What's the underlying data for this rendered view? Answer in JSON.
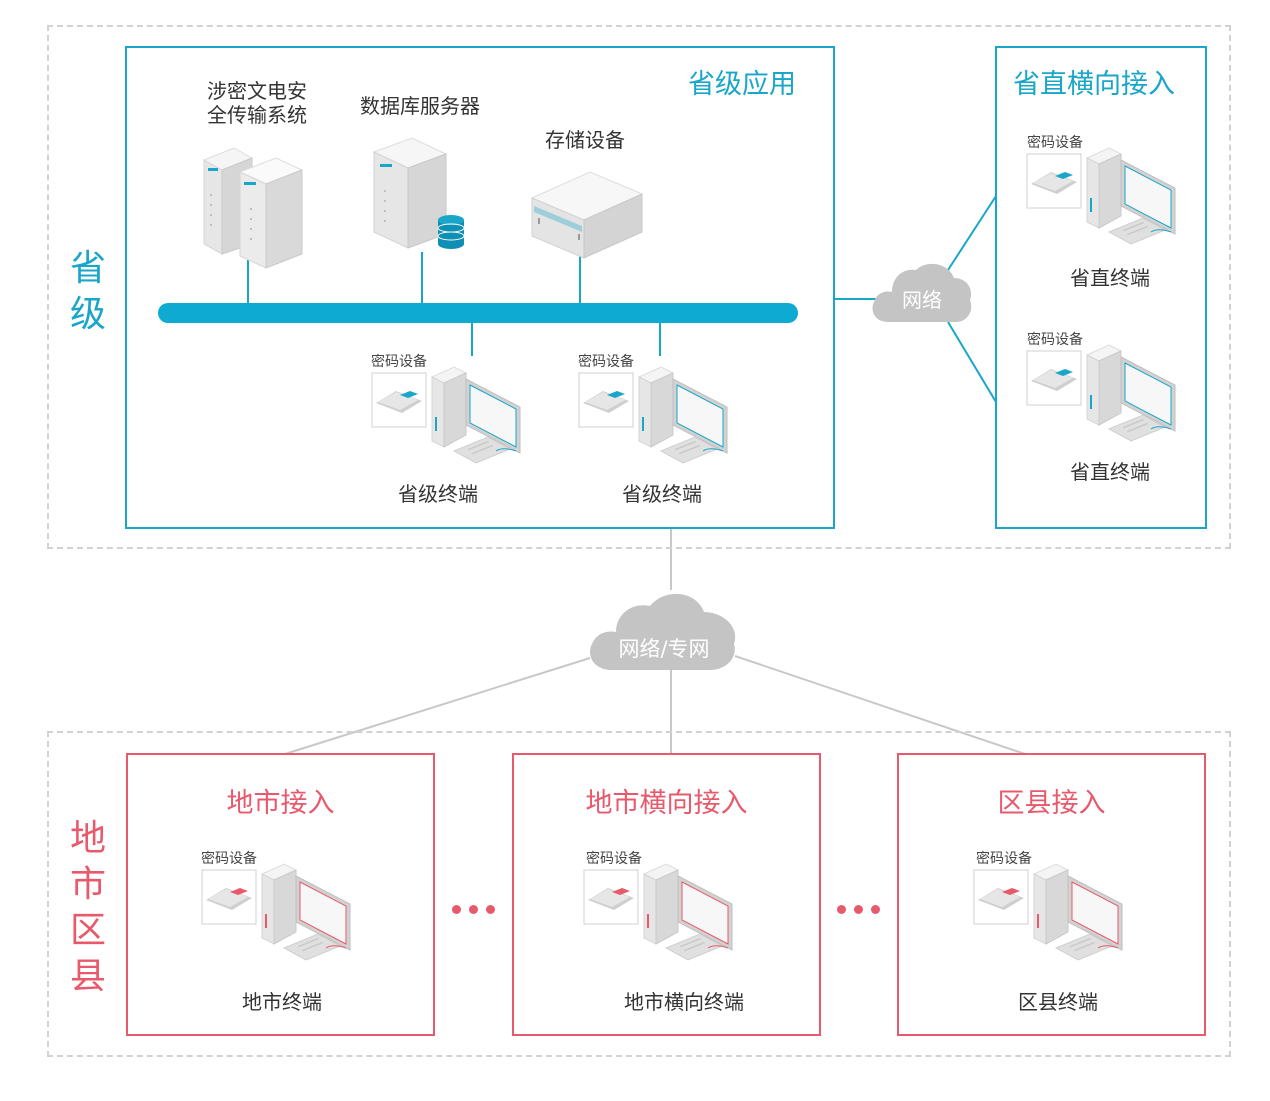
{
  "regions": {
    "province_label": "省\n级",
    "local_label": "地\n市\n区\n县"
  },
  "province_app": {
    "title": "省级应用",
    "server1_label_line1": "涉密文电安",
    "server1_label_line2": "全传输系统",
    "db_label": "数据库服务器",
    "storage_label": "存储设备",
    "terminal1": {
      "device": "密码设备",
      "name": "省级终端"
    },
    "terminal2": {
      "device": "密码设备",
      "name": "省级终端"
    }
  },
  "direct_access": {
    "title": "省直横向接入",
    "terminal1": {
      "device": "密码设备",
      "name": "省直终端"
    },
    "terminal2": {
      "device": "密码设备",
      "name": "省直终端"
    }
  },
  "clouds": {
    "network": "网络",
    "private_network": "网络/专网"
  },
  "local": {
    "box1": {
      "title": "地市接入",
      "device": "密码设备",
      "name": "地市终端"
    },
    "box2": {
      "title": "地市横向接入",
      "device": "密码设备",
      "name": "地市横向终端"
    },
    "box3": {
      "title": "区县接入",
      "device": "密码设备",
      "name": "区县终端"
    }
  },
  "colors": {
    "blue": "#1aa6c9",
    "red": "#e8596b",
    "gray_line": "#c8c8c8",
    "cloud": "#c4c4c4"
  },
  "icons": [
    "server-icon",
    "database-icon",
    "storage-icon",
    "computer-icon",
    "encryption-device-icon",
    "cloud-icon"
  ]
}
